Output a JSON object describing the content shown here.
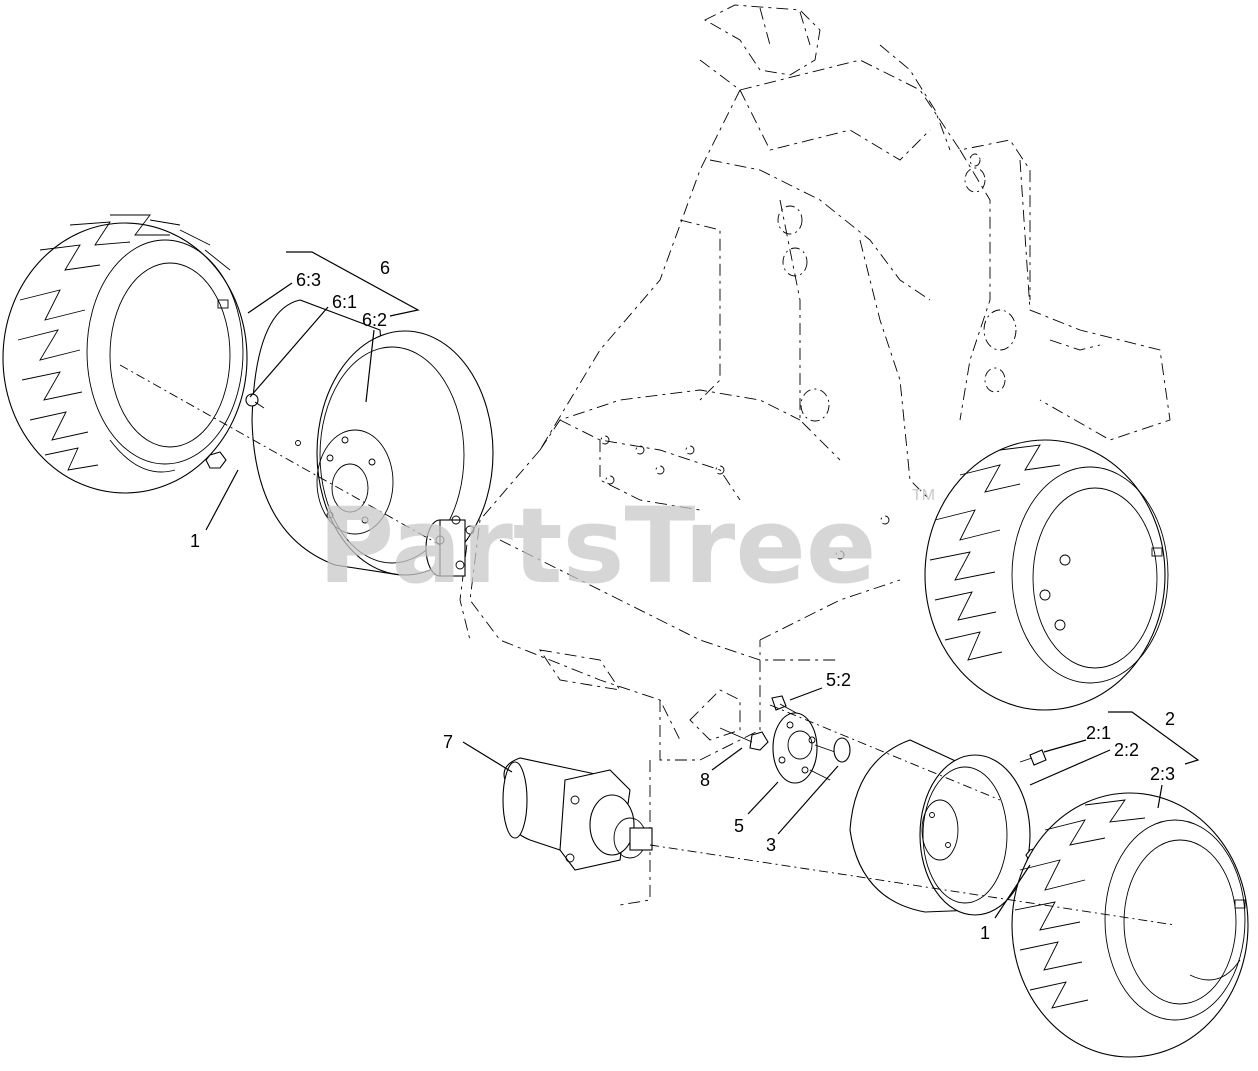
{
  "watermark": {
    "text": "PartsTree",
    "trademark": "TM"
  },
  "callouts": {
    "c1_left": "1",
    "c6": "6",
    "c6_1": "6:1",
    "c6_2": "6:2",
    "c6_3": "6:3",
    "c7": "7",
    "c8": "8",
    "c5": "5",
    "c5_2": "5:2",
    "c3": "3",
    "c2": "2",
    "c2_1": "2:1",
    "c2_2": "2:2",
    "c2_3": "2:3",
    "c1_right": "1"
  }
}
